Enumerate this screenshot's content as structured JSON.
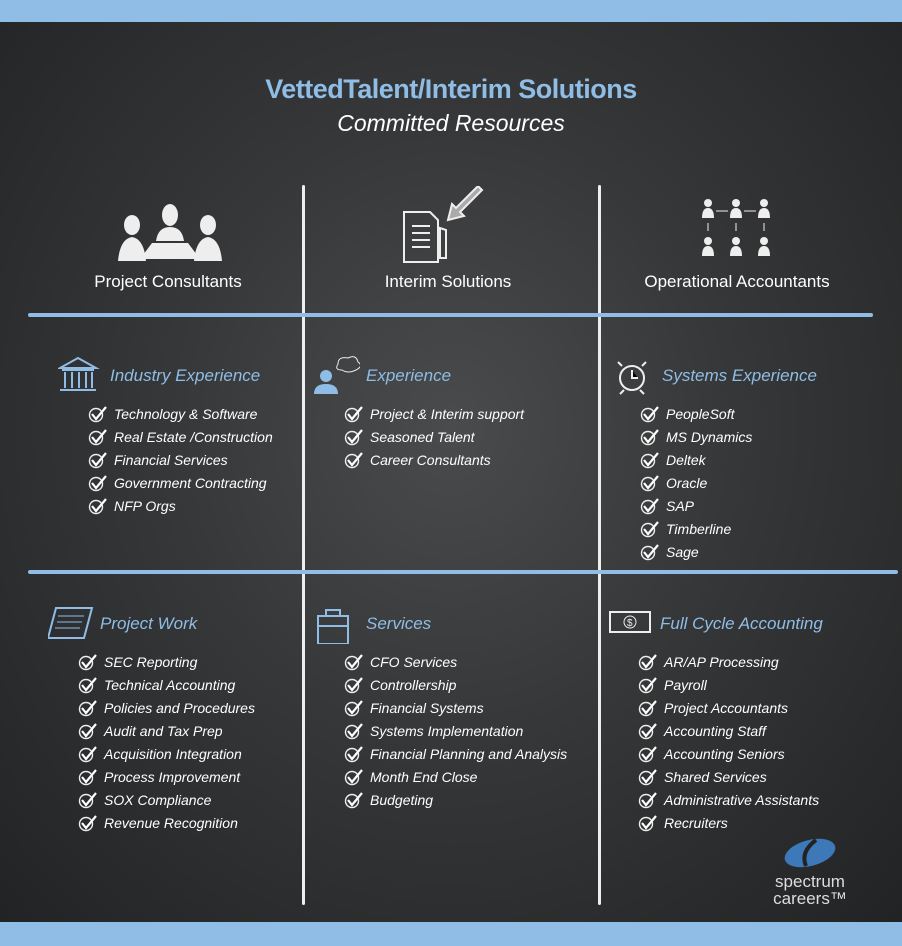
{
  "header": {
    "title": "VettedTalent/Interim Solutions",
    "subtitle": "Committed Resources"
  },
  "columns": [
    {
      "label": "Project Consultants",
      "icon": "meeting-people-icon"
    },
    {
      "label": "Interim Solutions",
      "icon": "document-arrow-icon"
    },
    {
      "label": "Operational Accountants",
      "icon": "org-chart-icon"
    }
  ],
  "cells": [
    {
      "title": "Industry Experience",
      "icon": "bank-icon",
      "items": [
        "Technology & Software",
        "Real Estate /Construction",
        "Financial Services",
        "Government Contracting",
        "NFP Orgs"
      ]
    },
    {
      "title": "Experience",
      "icon": "thinking-person-icon",
      "items": [
        "Project & Interim support",
        "Seasoned Talent",
        "Career Consultants"
      ]
    },
    {
      "title": "Systems Experience",
      "icon": "alarm-clock-icon",
      "items": [
        "PeopleSoft",
        "MS Dynamics",
        "Deltek",
        "Oracle",
        "SAP",
        "Timberline",
        "Sage"
      ]
    },
    {
      "title": "Project Work",
      "icon": "notepad-icon",
      "items": [
        "SEC Reporting",
        "Technical Accounting",
        "Policies and Procedures",
        "Audit and Tax Prep",
        "Acquisition Integration",
        "Process Improvement",
        "SOX Compliance",
        "Revenue Recognition"
      ]
    },
    {
      "title": "Services",
      "icon": "briefcase-icon",
      "items": [
        "CFO Services",
        "Controllership",
        "Financial Systems",
        "Systems Implementation",
        "Financial Planning and Analysis",
        "Month End Close",
        "Budgeting"
      ]
    },
    {
      "title": "Full Cycle Accounting",
      "icon": "dollar-bill-icon",
      "items": [
        "AR/AP Processing",
        "Payroll",
        "Project Accountants",
        "Accounting Staff",
        "Accounting Seniors",
        "Shared Services",
        "Administrative Assistants",
        "Recruiters"
      ]
    }
  ],
  "logo": {
    "line1": "spectrum",
    "line2": "careers™"
  },
  "colors": {
    "accent": "#8fbde6",
    "board": "#2b2c2d"
  }
}
